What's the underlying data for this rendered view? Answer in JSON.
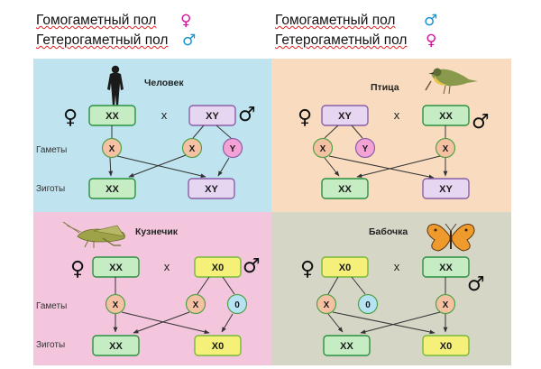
{
  "header": {
    "left": [
      {
        "text": "Гомогаметный пол",
        "symbol": "♀",
        "symbol_color": "#d8149a"
      },
      {
        "text": "Гетерогаметный пол",
        "symbol": "♂",
        "symbol_color": "#1793d6"
      }
    ],
    "right": [
      {
        "text": "Гомогаметный пол",
        "symbol": "♂",
        "symbol_color": "#1793d6"
      },
      {
        "text": "Гетерогаметный пол",
        "symbol": "♀",
        "symbol_color": "#d8149a"
      }
    ]
  },
  "row_labels": {
    "gametes": "Гаметы",
    "zygotes": "Зиготы"
  },
  "cross_sign": "x",
  "female_symbol": "♀",
  "male_symbol": "♂",
  "colors": {
    "human_bg": "#bfe3ef",
    "bird_bg": "#f9dcc0",
    "grasshopper_bg": "#f4c6dd",
    "butterfly_bg": "#d5d6c6",
    "green_box": "#c6ecc3",
    "green_border": "#2a9140",
    "purple_box": "#e6d6f1",
    "purple_border": "#8a5fa8",
    "yellow_box": "#f5f07a",
    "yellow_border": "#77b83a",
    "x_circle": "#f5c1a2",
    "x_border": "#4fa248",
    "y_circle": "#f4a2d6",
    "zero_circle": "#b6e3f4"
  },
  "panels": [
    {
      "id": "human",
      "title": "Человек",
      "icon": "human-silhouette-icon",
      "parent_left": "XX",
      "parent_right": "XY",
      "gametes": [
        "X",
        "X",
        "Y"
      ],
      "zygotes": [
        "XX",
        "XY"
      ]
    },
    {
      "id": "bird",
      "title": "Птица",
      "icon": "bird-icon",
      "parent_left": "XY",
      "parent_right": "XX",
      "gametes": [
        "X",
        "Y",
        "X"
      ],
      "zygotes": [
        "XX",
        "XY"
      ]
    },
    {
      "id": "grasshopper",
      "title": "Кузнечик",
      "icon": "grasshopper-icon",
      "parent_left": "XX",
      "parent_right": "X0",
      "gametes": [
        "X",
        "X",
        "0"
      ],
      "zygotes": [
        "XX",
        "X0"
      ]
    },
    {
      "id": "butterfly",
      "title": "Бабочка",
      "icon": "butterfly-icon",
      "parent_left": "X0",
      "parent_right": "XX",
      "gametes": [
        "X",
        "0",
        "X"
      ],
      "zygotes": [
        "XX",
        "X0"
      ]
    }
  ]
}
